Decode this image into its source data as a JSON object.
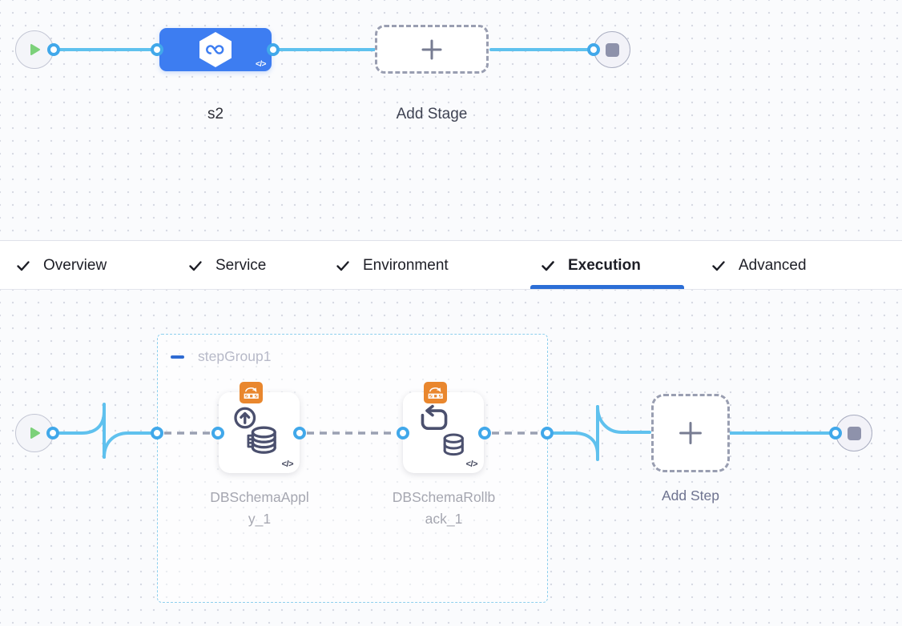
{
  "pipeline_canvas": {
    "stage": {
      "label": "s2",
      "code_glyph": "</>"
    },
    "add_stage": {
      "label": "Add Stage"
    }
  },
  "tab_bar": {
    "active_tab": "Execution",
    "tabs": [
      {
        "label": "Overview",
        "checked": true
      },
      {
        "label": "Service",
        "checked": true
      },
      {
        "label": "Environment",
        "checked": true
      },
      {
        "label": "Execution",
        "checked": true
      },
      {
        "label": "Advanced",
        "checked": true
      }
    ]
  },
  "execution_canvas": {
    "step_group": {
      "label": "stepGroup1"
    },
    "steps": [
      {
        "name": "DBSchemaApply_1",
        "label": "DBSchemaAppl\ny_1",
        "code_glyph": "</>"
      },
      {
        "name": "DBSchemaRollback_1",
        "label": "DBSchemaRollb\nack_1",
        "code_glyph": "</>"
      }
    ],
    "add_step": {
      "label": "Add Step"
    }
  },
  "icons": {
    "start": "play-icon",
    "end": "stop-icon",
    "add": "plus-icon",
    "tab_check": "check-icon",
    "stage_logo": "harness-pipeline-icon",
    "step_badge": "db-migration-badge-icon",
    "step1_icon": "db-schema-apply-icon",
    "step2_icon": "db-schema-rollback-icon",
    "collapse": "minus-icon",
    "yaml_toggle": "code-icon"
  },
  "colors": {
    "link_blue": "#5fc1ee",
    "port_blue": "#41a8ea",
    "stage_blue": "#3d7df1",
    "active_tab_underline": "#2c6ed6",
    "group_border": "#8ed0ee",
    "badge_orange": "#e9872e",
    "play_green": "#7cd17a",
    "stop_gray": "#8e92ab",
    "dashed_connector": "#9aa0b2",
    "canvas_bg": "#fafbfd"
  }
}
